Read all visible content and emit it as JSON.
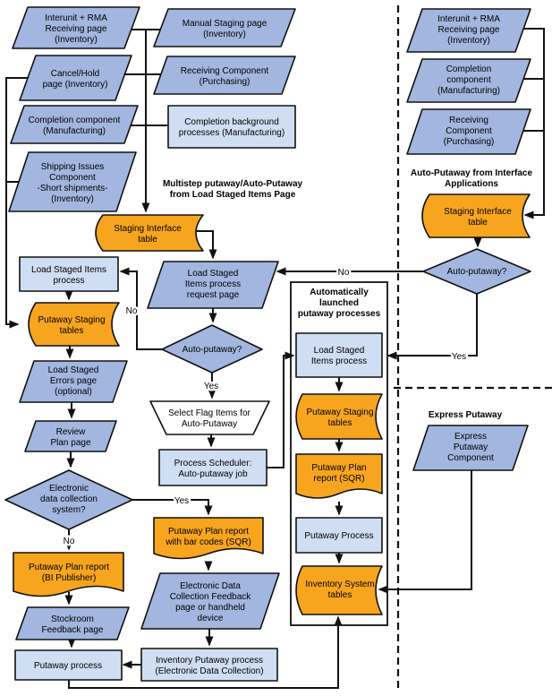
{
  "colors": {
    "node_blue": "#A2B6DF",
    "node_light_blue": "#CFDEF2",
    "node_orange": "#F7A51E",
    "node_white": "#FFFFFF",
    "line": "#111111",
    "background": "#FFFFFF"
  },
  "headings": {
    "multistep": [
      "Multistep putaway/Auto-Putaway",
      "from Load Staged Items Page"
    ],
    "auto_putaway_interface": [
      "Auto-Putaway from Interface",
      "Applications"
    ],
    "auto_launched": [
      "Automatically",
      "launched",
      "putaway processes"
    ],
    "express_putaway": "Express Putaway"
  },
  "edge_labels": {
    "yes": "Yes",
    "no": "No"
  },
  "nodes": {
    "p_interunit_l": [
      "Interunit + RMA",
      "Receiving page",
      "(Inventory)"
    ],
    "p_manual_staging": [
      "Manual Staging page",
      "(Inventory)"
    ],
    "p_cancel_hold": [
      "Cancel/Hold",
      "page (Inventory)"
    ],
    "p_receiving_l": [
      "Receiving Component",
      "(Purchasing)"
    ],
    "p_completion_l": [
      "Completion component",
      "(Manufacturing)"
    ],
    "r_completion_bg": [
      "Completion background",
      "processes (Manufacturing)"
    ],
    "p_shipping": [
      "Shipping Issues",
      "Component",
      "-Short shipments-",
      "(Inventory)"
    ],
    "sd_staging_l": [
      "Staging Interface",
      "table"
    ],
    "r_load_staged_l": [
      "Load Staged Items",
      "process"
    ],
    "sd_putaway_staging_l": [
      "Putaway Staging",
      "tables"
    ],
    "p_load_errors": [
      "Load Staged",
      "Errors page",
      "(optional)"
    ],
    "p_review_plan": [
      "Review",
      "Plan page"
    ],
    "d_edc": [
      "Electronic",
      "data collection",
      "system?"
    ],
    "doc_bi_publisher": [
      "Putaway Plan report",
      "(BI Publisher)"
    ],
    "p_stockroom": [
      "Stockroom",
      "Feedback page"
    ],
    "r_putaway_process_l": [
      "Putaway process"
    ],
    "p_request_page": [
      "Load Staged",
      "Items process",
      "request page"
    ],
    "d_auto_mid": [
      "Auto-putaway?"
    ],
    "t_select_flag": [
      "Select Flag Items for",
      "Auto-Putaway"
    ],
    "r_process_sched": [
      "Process Scheduler:",
      "Auto-putaway job"
    ],
    "doc_barcodes": [
      "Putaway Plan report",
      "with bar codes (SQR)"
    ],
    "p_edc_feedback": [
      "Electronic Data",
      "Collection Feedback",
      "page or handheld",
      "device"
    ],
    "r_inv_putaway": [
      "Inventory Putaway process",
      "(Electronic Data Collection)"
    ],
    "r_load_staged_c": [
      "Load Staged",
      "Items process"
    ],
    "sd_putaway_staging_c": [
      "Putaway Staging",
      "tables"
    ],
    "doc_plan_sqr": [
      "Putaway Plan",
      "report (SQR)"
    ],
    "r_putaway_process_c": [
      "Putaway Process"
    ],
    "sd_inv_system": [
      "Inventory System",
      "tables"
    ],
    "p_interunit_r": [
      "Interunit + RMA",
      "Receiving page",
      "(Inventory)"
    ],
    "p_completion_r": [
      "Completion",
      "component",
      "(Manufacturing)"
    ],
    "p_receiving_r": [
      "Receiving",
      "Component",
      "(Purchasing)"
    ],
    "sd_staging_r": [
      "Staging Interface",
      "table"
    ],
    "d_auto_r": [
      "Auto-putaway?"
    ],
    "p_express": [
      "Express",
      "Putaway",
      "Component"
    ]
  }
}
